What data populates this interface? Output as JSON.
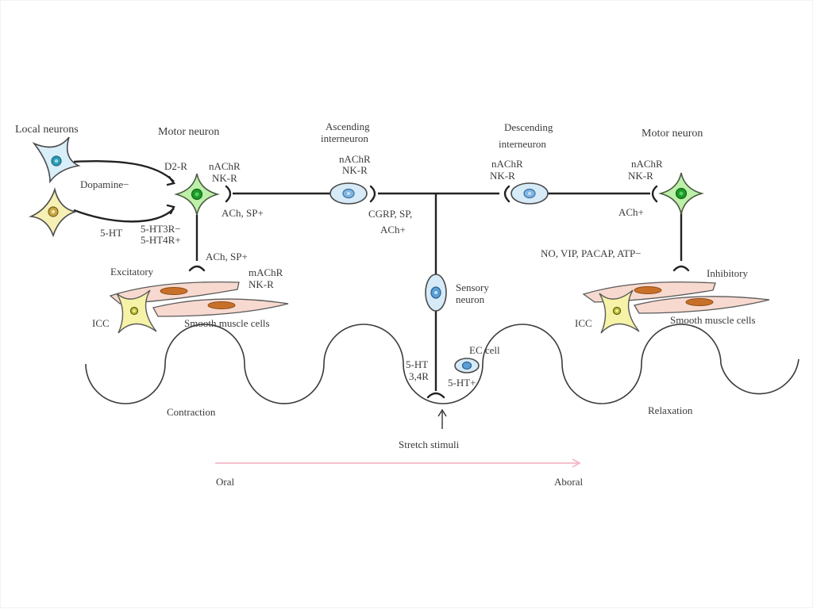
{
  "figure": {
    "title": "Enteric nervous system peristaltic reflex circuit",
    "colors": {
      "local_neuron_1_fill": "#d8eef8",
      "local_neuron_1_nucleus": "#2a9bb5",
      "local_neuron_2_fill": "#f7f0b4",
      "local_neuron_2_nucleus": "#b08a2a",
      "motor_neuron_fill": "#bdf0a8",
      "motor_neuron_nucleus": "#1d9a2a",
      "interneuron_fill": "#d6eaf8",
      "interneuron_nucleus": "#3d86c6",
      "icc_fill": "#f6f3a8",
      "muscle_fill": "#f7d9cf",
      "muscle_nucleus": "#c8702a",
      "direction_arrow": "#f2b8c6",
      "line": "#222222"
    }
  },
  "labels": {
    "local_neurons": "Local neurons",
    "motor_neuron_left": "Motor neuron",
    "d2r": "D2-R",
    "dopamine": "Dopamine−",
    "nachr_left": "nAChR",
    "nkr_left": "NK-R",
    "ach_sp_left_out": "ACh, SP+",
    "five_ht": "5-HT",
    "five_ht3r": "5-HT3R−",
    "five_ht4r": "5-HT4R+",
    "ach_sp_down": "ACh, SP+",
    "excitatory": "Excitatory",
    "machr": "mAChR",
    "nkr_muscle": "NK-R",
    "icc_left": "ICC",
    "smooth_muscle_left": "Smooth muscle cells",
    "ascending_l1": "Ascending",
    "ascending_l2": "interneuron",
    "nachr_asc": "nAChR",
    "nkr_asc": "NK-R",
    "cgrp": "CGRP, SP,",
    "ach_asc": "ACh+",
    "descending_l1": "Descending",
    "descending_l2": "interneuron",
    "nachr_desc": "nAChR",
    "nkr_desc": "NK-R",
    "motor_neuron_right": "Motor neuron",
    "nachr_right": "nAChR",
    "nkr_right": "NK-R",
    "ach_right": "ACh+",
    "no_vip": "NO, VIP, PACAP, ATP−",
    "inhibitory": "Inhibitory",
    "icc_right": "ICC",
    "smooth_muscle_right": "Smooth muscle cells",
    "sensory_l1": "Sensory",
    "sensory_l2": "neuron",
    "ec_cell": "EC cell",
    "five_ht_34r_l1": "5-HT",
    "five_ht_34r_l2": "3,4R",
    "five_ht_plus": "5-HT+",
    "contraction": "Contraction",
    "relaxation": "Relaxation",
    "stretch": "Stretch stimuli",
    "oral": "Oral",
    "aboral": "Aboral"
  }
}
